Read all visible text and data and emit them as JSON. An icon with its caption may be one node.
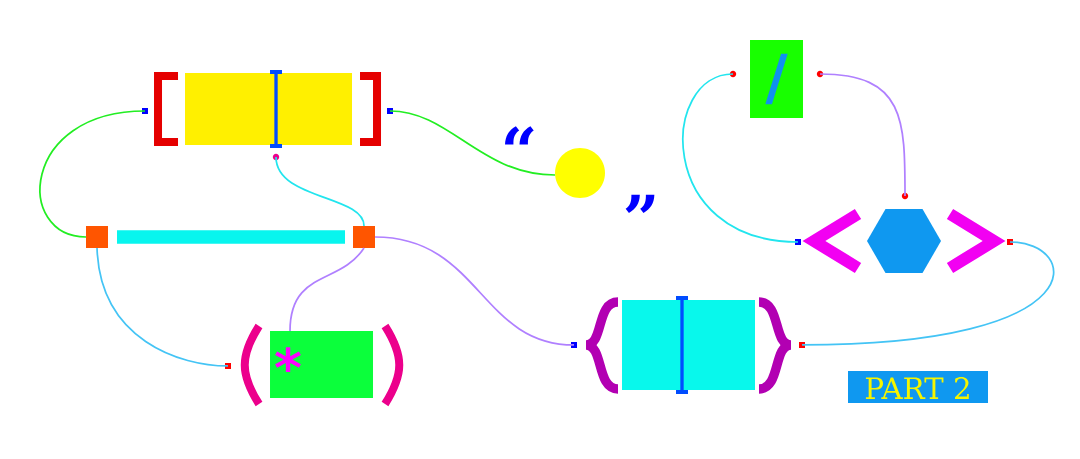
{
  "diagram": {
    "nodes": [
      {
        "text": [],
        "shape": "box"
      },
      {
        "text": [],
        "shape": "circle"
      },
      {
        "text": [],
        "shape": "box"
      },
      {
        "text": [],
        "shape": "box"
      },
      {
        "text": [
          "*"
        ]
      },
      {
        "text": [
          "/"
        ]
      },
      {
        "text": [],
        "shape": "hexagon"
      },
      {
        "text": [],
        "shape": "box"
      },
      {
        "text": [
          "PART 2"
        ]
      }
    ],
    "edges": [
      {
        "from": 0,
        "to": 2,
        "arrow": "none",
        "color": "#22ee22"
      },
      {
        "from": 0,
        "to": 1,
        "arrow": "none",
        "color": "#22ee22"
      },
      {
        "from": 0,
        "to": 3,
        "arrow": "none",
        "color": "#22e5ee"
      },
      {
        "from": 2,
        "to": 4,
        "arrow": "none",
        "color": "#44c4f5"
      },
      {
        "from": 3,
        "to": 4,
        "arrow": "none",
        "color": "#b080ff"
      },
      {
        "from": 3,
        "to": 7,
        "arrow": "none",
        "color": "#b080ff"
      },
      {
        "from": 7,
        "to": 6,
        "arrow": "none",
        "color": "#44c4f5"
      },
      {
        "from": 6,
        "to": 5,
        "arrow": "none",
        "color": "#22e5ee"
      },
      {
        "from": 5,
        "to": 6,
        "arrow": "none",
        "color": "#b080ff"
      },
      {
        "from": 2,
        "to": 3,
        "arrow": "none",
        "style": "thick",
        "color": "#08f5ee"
      }
    ],
    "labels": [
      "“",
      "”"
    ]
  }
}
